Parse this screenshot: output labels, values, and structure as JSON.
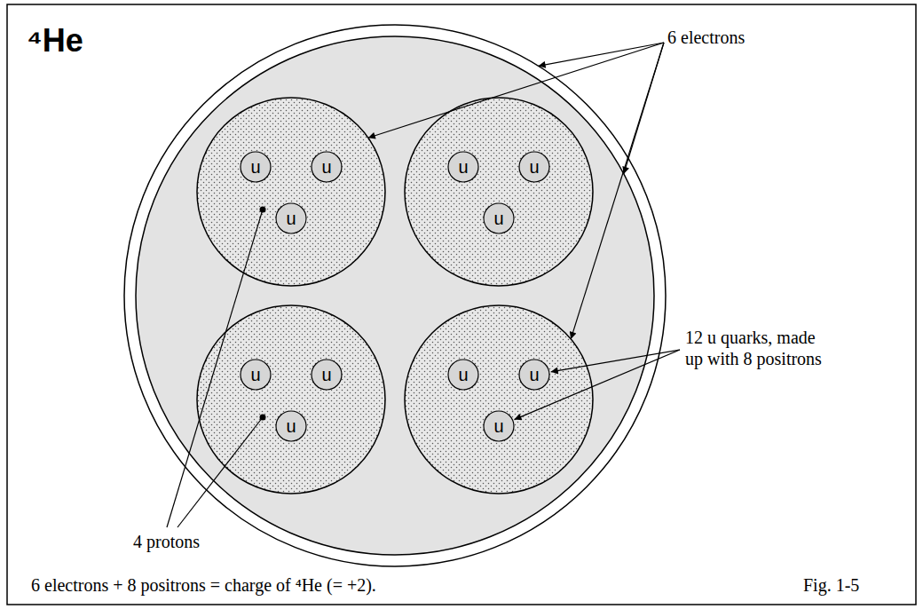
{
  "diagram": {
    "title": "⁴He",
    "caption": "6 electrons + 8 positrons = charge of ⁴He (= +2).",
    "nodes": [
      {
        "text": [
          "u"
        ]
      },
      {
        "text": [
          "u"
        ]
      },
      {
        "text": [
          "u"
        ]
      },
      {
        "text": [
          "u"
        ]
      },
      {
        "text": [
          "u"
        ]
      },
      {
        "text": [
          "u"
        ]
      },
      {
        "text": [
          "u"
        ]
      },
      {
        "text": [
          "u"
        ]
      },
      {
        "text": [
          "u"
        ]
      },
      {
        "text": [
          "u"
        ]
      },
      {
        "text": [
          "u"
        ]
      },
      {
        "text": [
          "u"
        ]
      }
    ],
    "labels": [
      "6 electrons",
      "12 u quarks, made up with 8 positrons",
      "4 protons",
      "Fig. 1-5"
    ]
  }
}
